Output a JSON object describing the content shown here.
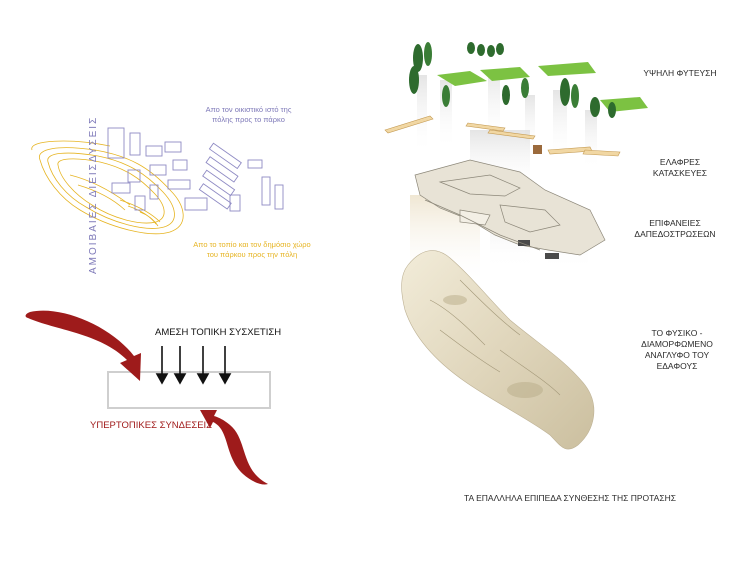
{
  "left": {
    "vertical_title": "ΑΜΟΙΒΑΙΕΣ ΔΙΕΙΣΔΥΣΕΙΣ",
    "purple_note": "Απο τον οικιστικό ιστό της πόλης προς το πάρκο",
    "yellow_note": "Απο το τοπίο και τον δημόσιο χώρο του πάρκου προς την πόλη",
    "local_label": "ΑΜΕΣΗ ΤΟΠΙΚΗ ΣΥΣΧΕΤΙΣΗ",
    "supra_label": "ΥΠΕΡΤΟΠΙΚΕΣ ΣΥΝΔΕΣΕΙΣ"
  },
  "right": {
    "layer1": "ΥΨΗΛΗ ΦΥΤΕΥΣΗ",
    "layer2": "ΕΛΑΦΡΕΣ ΚΑΤΑΣΚΕΥΕΣ",
    "layer3": "ΕΠΙΦΑΝΕΙΕΣ ΔΑΠΕΔΟΣΤΡΩΣΕΩΝ",
    "layer4": "ΤΟ ΦΥΣΙΚΟ - ΔΙΑΜΟΡΦΩΜΕΝΟ ΑΝΑΓΛΥΦΟ ΤΟΥ ΕΔΑΦΟΥΣ",
    "caption": "ΤΑ ΕΠΑΛΛΗΛΑ ΕΠΙΠΕΔΑ ΣΥΝΘΕΣΗΣ ΤΗΣ ΠΡΟΤΑΣΗΣ"
  },
  "colors": {
    "purple": "#7d78b8",
    "yellow": "#e6b422",
    "red": "#a01a1a",
    "green": "#7cc242",
    "dark_green": "#2e6b2e"
  }
}
